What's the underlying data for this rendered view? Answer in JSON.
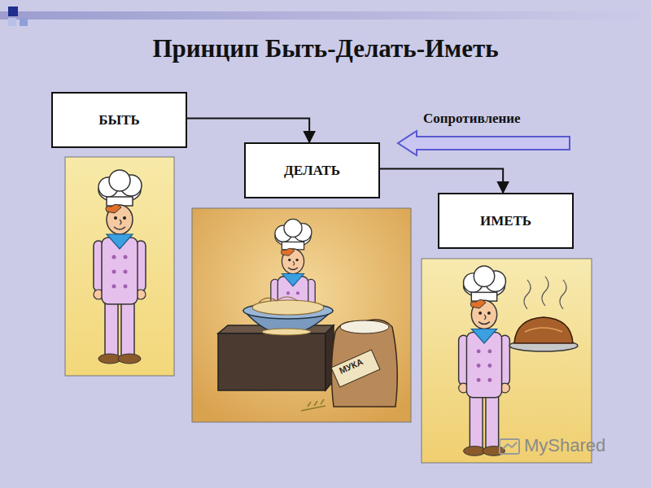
{
  "diagram": {
    "title": "Принцип Быть-Делать-Иметь",
    "nodes": [
      {
        "text": [
          "БЫТЬ"
        ]
      },
      {
        "text": [
          "ДЕЛАТЬ"
        ]
      },
      {
        "text": [
          "ИМЕТЬ"
        ]
      }
    ],
    "edges": [
      {
        "from": 0,
        "to": 1,
        "arrow": "to"
      },
      {
        "from": 1,
        "to": 2,
        "arrow": "to"
      }
    ],
    "labels": [
      "Сопротивление",
      "МУКА",
      "MyShared"
    ]
  }
}
